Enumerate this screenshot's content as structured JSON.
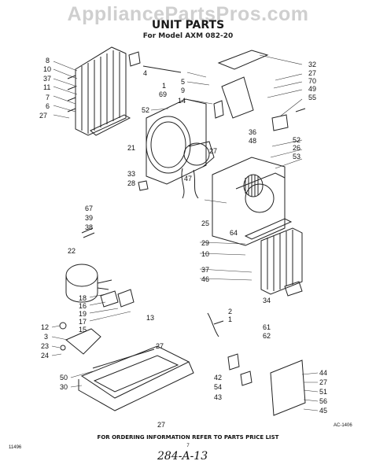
{
  "watermark": "AppliancePartsPros.com",
  "title": "UNIT PARTS",
  "subtitle": "For Model AXM 082-20",
  "footer_note": "FOR ORDERING INFORMATION REFER TO PARTS PRICE LIST",
  "page_number": "7",
  "left_code": "11496",
  "figure_ref": "AC-1406",
  "handwritten_note": "284-A-13",
  "callouts": [
    "8",
    "10",
    "37",
    "11",
    "4",
    "7",
    "6",
    "27",
    "69",
    "1",
    "52",
    "21",
    "33",
    "28",
    "47",
    "67",
    "39",
    "38",
    "22",
    "18",
    "16",
    "19",
    "17",
    "15",
    "13",
    "12",
    "3",
    "23",
    "24",
    "50",
    "30",
    "27",
    "27",
    "5",
    "9",
    "14",
    "27",
    "36",
    "48",
    "32",
    "27",
    "70",
    "49",
    "55",
    "52",
    "26",
    "53",
    "25",
    "64",
    "29",
    "10",
    "37",
    "46",
    "34",
    "2",
    "1",
    "61",
    "62",
    "42",
    "54",
    "43",
    "44",
    "27",
    "51",
    "56",
    "45"
  ]
}
